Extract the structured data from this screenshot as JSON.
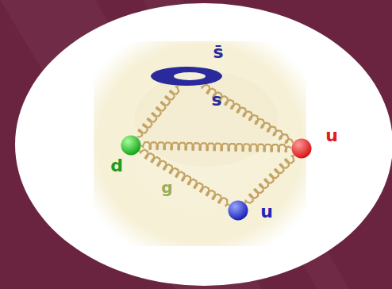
{
  "diagram": {
    "nodes": [
      {
        "text": [
          "s̄",
          "s"
        ]
      },
      {
        "text": [
          "d"
        ]
      },
      {
        "text": [
          "u"
        ]
      },
      {
        "text": [
          "u"
        ]
      }
    ],
    "edges": [
      {
        "from": 1,
        "to": 2,
        "arrow": "none"
      },
      {
        "from": 1,
        "to": 3,
        "label": "g",
        "arrow": "none"
      },
      {
        "from": 2,
        "to": 3,
        "arrow": "none"
      },
      {
        "from": 0,
        "to": 1,
        "arrow": "none"
      },
      {
        "from": 0,
        "to": 2,
        "arrow": "none"
      }
    ]
  }
}
